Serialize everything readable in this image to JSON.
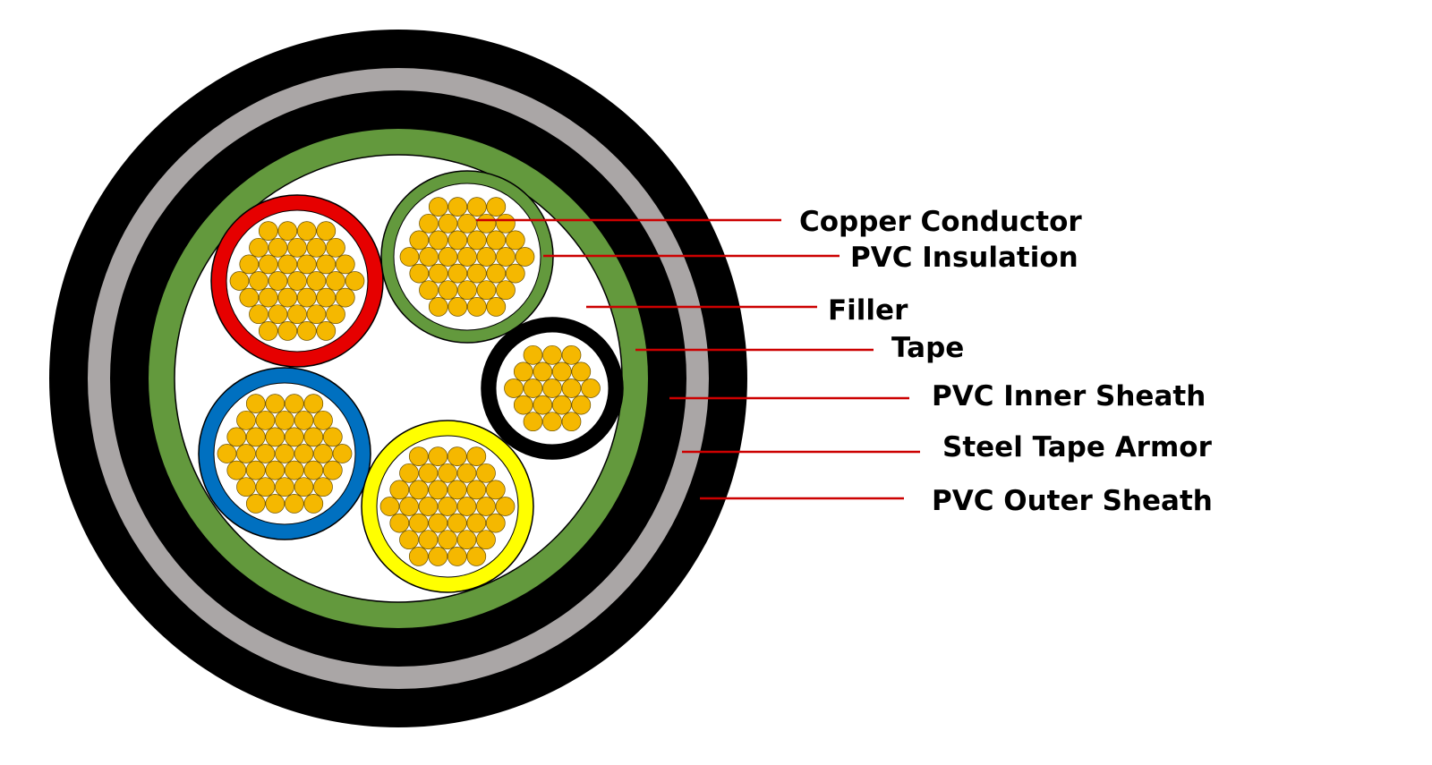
{
  "labels": {
    "copper_conductor": "Copper Conductor",
    "pvc_insulation": "PVC Insulation",
    "filler": "Filler",
    "tape": "Tape",
    "pvc_inner_sheath": "PVC Inner Sheath",
    "steel_tape_armor": "Steel Tape Armor",
    "pvc_outer_sheath": "PVC Outer Sheath"
  },
  "colors": {
    "outer_sheath": "#000000",
    "armor": "#aaa6a6",
    "inner_sheath": "#000000",
    "tape": "#63993d",
    "filler": "#ffffff",
    "strand": "#f5b800",
    "leader": "#cc0000",
    "core_red": "#e60000",
    "core_green": "#63993d",
    "core_black": "#000000",
    "core_blue": "#0070c0",
    "core_yellow": "#ffff00"
  },
  "cores": [
    {
      "name": "red",
      "color": "#e60000"
    },
    {
      "name": "green",
      "color": "#63993d"
    },
    {
      "name": "black",
      "color": "#000000"
    },
    {
      "name": "blue",
      "color": "#0070c0"
    },
    {
      "name": "yellow",
      "color": "#ffff00"
    }
  ]
}
